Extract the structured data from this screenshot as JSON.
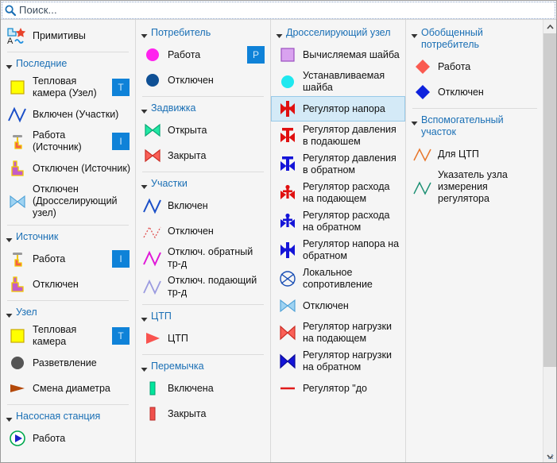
{
  "search": {
    "placeholder": "Поиск...",
    "icon": "search-icon"
  },
  "scrollbar": {
    "up": "chevron-up-icon",
    "down": "chevron-down-icon"
  },
  "columns": [
    {
      "name": "column-1",
      "blocks": [
        {
          "type": "item",
          "icon": "primitives-icon",
          "label": "Примитивы",
          "badge": ""
        },
        {
          "type": "sep"
        },
        {
          "type": "group",
          "label": "Последние"
        },
        {
          "type": "item",
          "icon": "yellow-square-icon",
          "label": "Тепловая камера (Узел)",
          "badge": "T"
        },
        {
          "type": "item",
          "icon": "blue-zigzag-icon",
          "label": "Включен (Участки)",
          "badge": ""
        },
        {
          "type": "item",
          "icon": "source-work-icon",
          "label": "Работа (Источник)",
          "badge": "I"
        },
        {
          "type": "item",
          "icon": "source-off-icon",
          "label": "Отключен (Источник)",
          "badge": ""
        },
        {
          "type": "item",
          "icon": "bowtie-lightblue-icon",
          "label": "Отключен (Дросселирующий узел)",
          "badge": ""
        },
        {
          "type": "sep"
        },
        {
          "type": "group",
          "label": "Источник"
        },
        {
          "type": "item",
          "icon": "source-work-icon",
          "label": "Работа",
          "badge": "I"
        },
        {
          "type": "item",
          "icon": "source-off-icon",
          "label": "Отключен",
          "badge": ""
        },
        {
          "type": "sep"
        },
        {
          "type": "group",
          "label": "Узел"
        },
        {
          "type": "item",
          "icon": "yellow-square-icon",
          "label": "Тепловая камера",
          "badge": "T"
        },
        {
          "type": "item",
          "icon": "gray-circle-icon",
          "label": "Разветвление",
          "badge": ""
        },
        {
          "type": "item",
          "icon": "brown-triangle-icon",
          "label": "Смена диаметра",
          "badge": ""
        },
        {
          "type": "sep"
        },
        {
          "type": "group",
          "label": "Насосная станция"
        },
        {
          "type": "item",
          "icon": "pump-play-icon",
          "label": "Работа",
          "badge": ""
        }
      ]
    },
    {
      "name": "column-2",
      "blocks": [
        {
          "type": "group",
          "label": "Потребитель"
        },
        {
          "type": "item",
          "icon": "magenta-circle-icon",
          "label": "Работа",
          "badge": "P"
        },
        {
          "type": "item",
          "icon": "darkblue-circle-icon",
          "label": "Отключен",
          "badge": ""
        },
        {
          "type": "sep"
        },
        {
          "type": "group",
          "label": "Задвижка"
        },
        {
          "type": "item",
          "icon": "bowtie-green-icon",
          "label": "Открыта",
          "badge": ""
        },
        {
          "type": "item",
          "icon": "bowtie-red-icon",
          "label": "Закрыта",
          "badge": ""
        },
        {
          "type": "sep"
        },
        {
          "type": "group",
          "label": "Участки"
        },
        {
          "type": "item",
          "icon": "zigzag-blue-icon",
          "label": "Включен",
          "badge": ""
        },
        {
          "type": "item",
          "icon": "zigzag-red-dotted-icon",
          "label": "Отключен",
          "badge": ""
        },
        {
          "type": "item",
          "icon": "zigzag-magenta-icon",
          "label": "Отключ. обратный тр-д",
          "badge": ""
        },
        {
          "type": "item",
          "icon": "zigzag-lavender-icon",
          "label": "Отключ. подающий тр-д",
          "badge": ""
        },
        {
          "type": "sep"
        },
        {
          "type": "group",
          "label": "ЦТП"
        },
        {
          "type": "item",
          "icon": "red-triangle-icon",
          "label": "ЦТП",
          "badge": ""
        },
        {
          "type": "sep"
        },
        {
          "type": "group",
          "label": "Перемычка"
        },
        {
          "type": "item",
          "icon": "green-bar-icon",
          "label": "Включена",
          "badge": ""
        },
        {
          "type": "item",
          "icon": "red-bar-icon",
          "label": "Закрыта",
          "badge": ""
        }
      ]
    },
    {
      "name": "column-3",
      "blocks": [
        {
          "type": "group",
          "label": "Дросселирующий узел"
        },
        {
          "type": "item",
          "icon": "violet-square-icon",
          "label": "Вычисляемая шайба",
          "badge": ""
        },
        {
          "type": "item",
          "icon": "cyan-circle-icon",
          "label": "Устанавливаемая шайба",
          "badge": ""
        },
        {
          "type": "item",
          "icon": "valve-cross-red-icon",
          "label": "Регулятор напора",
          "badge": "",
          "selected": true
        },
        {
          "type": "item",
          "icon": "valve-t-red-icon",
          "label": "Регулятор давления в подаюшем",
          "badge": ""
        },
        {
          "type": "item",
          "icon": "valve-t-blue-icon",
          "label": "Регулятор давления в обратном",
          "badge": ""
        },
        {
          "type": "item",
          "icon": "valve-anchor-red-icon",
          "label": "Регулятор расхода на подающем",
          "badge": ""
        },
        {
          "type": "item",
          "icon": "valve-anchor-blue-icon",
          "label": "Регулятор расхода на обратном",
          "badge": ""
        },
        {
          "type": "item",
          "icon": "valve-cross-blue-icon",
          "label": "Регулятор напора на обратном",
          "badge": ""
        },
        {
          "type": "item",
          "icon": "local-resistance-icon",
          "label": "Локальное сопротивление",
          "badge": ""
        },
        {
          "type": "item",
          "icon": "bowtie-lightblue-icon",
          "label": "Отключен",
          "badge": ""
        },
        {
          "type": "item",
          "icon": "bowtie-load-red-icon",
          "label": "Регулятор нагрузки на подающем",
          "badge": ""
        },
        {
          "type": "item",
          "icon": "bowtie-load-blue-icon",
          "label": "Регулятор нагрузки на обратном",
          "badge": ""
        },
        {
          "type": "item",
          "icon": "red-line-icon",
          "label": "Регулятор \"до",
          "badge": ""
        }
      ]
    },
    {
      "name": "column-4",
      "blocks": [
        {
          "type": "group",
          "label": "Обобщенный потребитель"
        },
        {
          "type": "item",
          "icon": "red-diamond-icon",
          "label": "Работа",
          "badge": ""
        },
        {
          "type": "item",
          "icon": "blue-diamond-icon",
          "label": "Отключен",
          "badge": ""
        },
        {
          "type": "sep"
        },
        {
          "type": "group",
          "label": "Вспомогательный участок"
        },
        {
          "type": "item",
          "icon": "zigzag-orange-icon",
          "label": "Для ЦТП",
          "badge": ""
        },
        {
          "type": "item",
          "icon": "zigzag-teal-icon",
          "label": "Указатель узла измерения регулятора",
          "badge": ""
        }
      ]
    }
  ],
  "colors": {
    "accent": "#1a6fb5",
    "badge_bg": "#0f82d8",
    "selection_bg": "#d4eaf7",
    "selection_border": "#98c9e8",
    "yellow": "#ffff00",
    "magenta": "#ff00ff",
    "red": "#ff4040",
    "blue": "#0000cc",
    "green": "#00e59b",
    "orange": "#ff8c00"
  }
}
